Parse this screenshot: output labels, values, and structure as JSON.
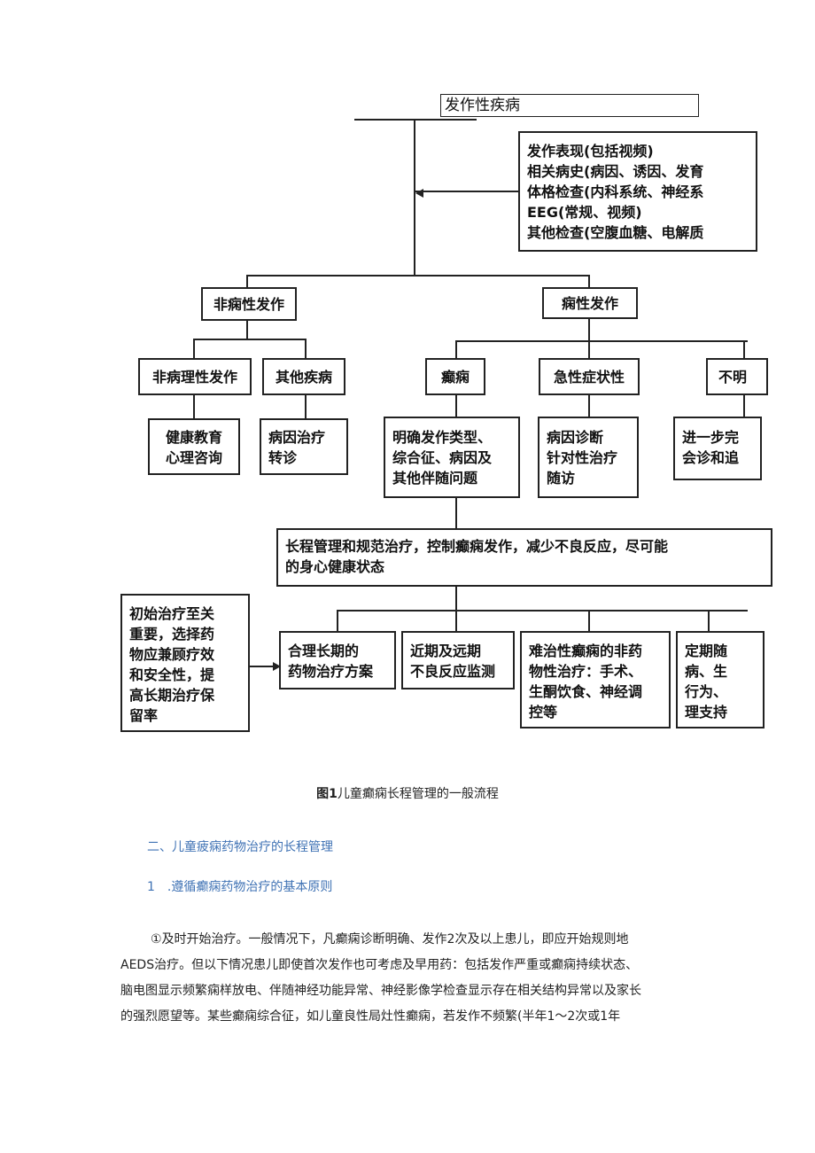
{
  "flowchart": {
    "title": "发作性疾病",
    "evaluation": "发作表现(包括视频)\n相关病史(病因、诱因、发育\n体格检查(内科系统、神经系\nEEG(常规、视频)\n其他检查(空腹血糖、电解质",
    "non_epileptic": "非痫性发作",
    "epileptic": "痫性发作",
    "non_pathological": "非病理性发作",
    "other_disease": "其他疾病",
    "epilepsy": "癫痫",
    "acute_symptomatic": "急性症状性",
    "unclear": "不明",
    "health_education": "健康教育\n心理咨询",
    "etiology_treatment": "病因治疗\n转诊",
    "clarify_type": "明确发作类型、\n综合征、病因及\n其他伴随问题",
    "etiology_diagnosis": "病因诊断\n针对性治疗\n随访",
    "further_workup": "进一步完\n会诊和追",
    "long_term_goal": "长程管理和规范治疗，控制癫痫发作，减少不良反应，尽可能\n的身心健康状态",
    "initial_treatment": "初始治疗至关\n重要，选择药\n物应兼顾疗效\n和安全性，提\n高长期治疗保\n留率",
    "drug_plan": "合理长期的\n药物治疗方案",
    "adverse_monitoring": "近期及远期\n不良反应监测",
    "refractory": "难治性癫痫的非药\n物性治疗：手术、\n生酮饮食、神经调\n控等",
    "follow_up": "定期随\n病、生\n行为、\n理支持"
  },
  "caption": {
    "label": "图1",
    "text": "儿童癫痫长程管理的一般流程"
  },
  "section_heading": "二、儿童疲痫药物治疗的长程管理",
  "subsection_heading": "1　.遵循癫痫药物治疗的基本原则",
  "paragraph": {
    "line1": "①及时开始治疗。一般情况下，凡癫痫诊断明确、发作2次及以上患儿，即应开始规则地",
    "line2": "AEDS治疗。但以下情况患儿即使首次发作也可考虑及早用药：包括发作严重或癫痫持续状态、",
    "line3": "脑电图显示频繁痫样放电、伴随神经功能异常、神经影像学检查显示存在相关结构异常以及家长",
    "line4": "的强烈愿望等。某些癫痫综合征，如儿童良性局灶性癫痫，若发作不频繁(半年1～2次或1年"
  }
}
